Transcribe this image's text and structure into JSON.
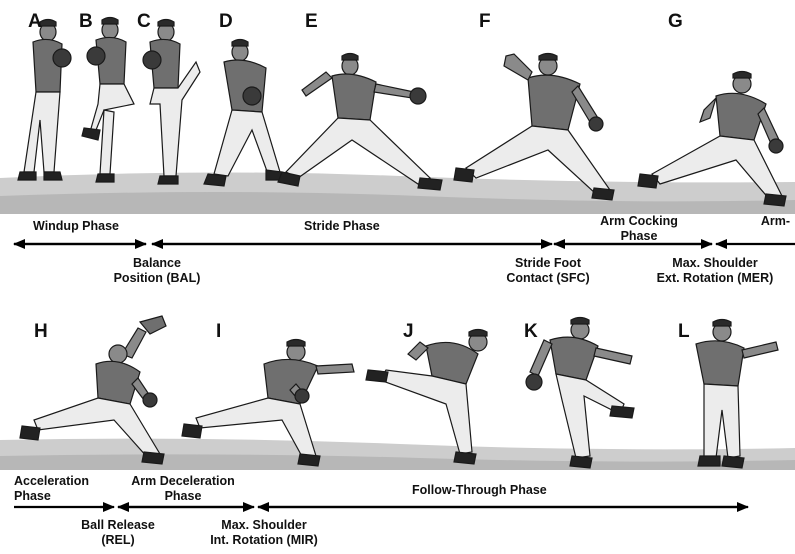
{
  "colors": {
    "ground": "#c9c9c9",
    "ground_dark": "#9d9d9d",
    "skin": "#8a8a8a",
    "shirt": "#6f6f6f",
    "pants": "#ececec",
    "outline": "#1a1a1a",
    "arrow": "#000000"
  },
  "frames_top": [
    {
      "letter": "A"
    },
    {
      "letter": "B"
    },
    {
      "letter": "C"
    },
    {
      "letter": "D"
    },
    {
      "letter": "E"
    },
    {
      "letter": "F"
    },
    {
      "letter": "G"
    }
  ],
  "frames_bottom": [
    {
      "letter": "H"
    },
    {
      "letter": "I"
    },
    {
      "letter": "J"
    },
    {
      "letter": "K"
    },
    {
      "letter": "L"
    }
  ],
  "phases_top": {
    "windup": "Windup Phase",
    "stride": "Stride Phase",
    "arm_cocking_line1": "Arm Cocking",
    "arm_cocking_line2": "Phase",
    "arm_cut": "Arm-"
  },
  "events_top": {
    "bal_line1": "Balance",
    "bal_line2": "Position (BAL)",
    "sfc_line1": "Stride Foot",
    "sfc_line2": "Contact (SFC)",
    "mer_line1": "Max. Shoulder",
    "mer_line2": "Ext. Rotation (MER)"
  },
  "phases_bottom": {
    "accel_line1": "Acceleration",
    "accel_line2": "Phase",
    "decel_line1": "Arm Deceleration",
    "decel_line2": "Phase",
    "follow": "Follow-Through Phase"
  },
  "events_bottom": {
    "rel_line1": "Ball Release",
    "rel_line2": "(REL)",
    "mir_line1": "Max. Shoulder",
    "mir_line2": "Int. Rotation (MIR)"
  }
}
